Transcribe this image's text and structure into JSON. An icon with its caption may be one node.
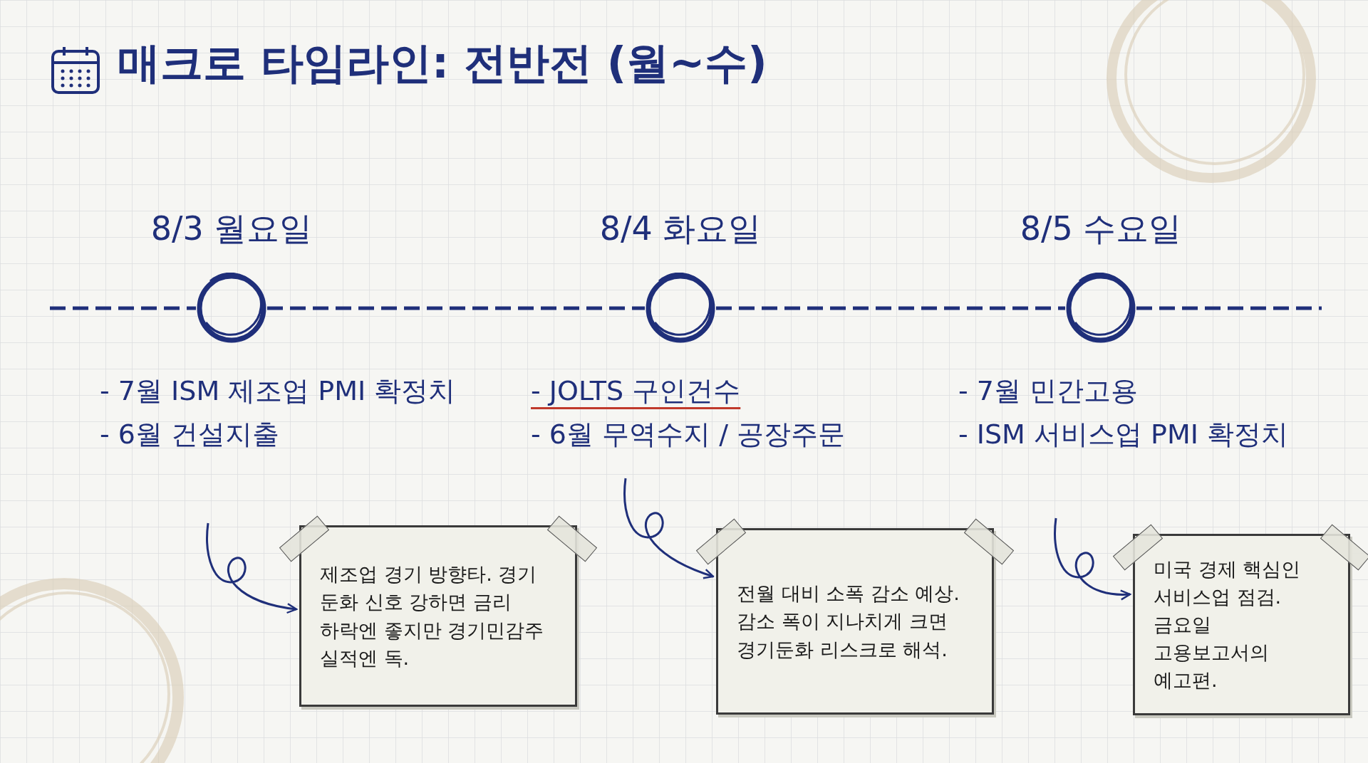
{
  "diagram": {
    "title": "매크로 타임라인: 전반전 (월~수)",
    "nodes": [
      {
        "text": [],
        "shape": "circle",
        "beside": [
          "8/3 월요일",
          "- 7월 ISM 제조업 PMI 확정치",
          "- 6월 건설지출"
        ]
      },
      {
        "text": [],
        "shape": "circle",
        "beside": [
          "8/4 화요일",
          "- JOLTS 구인건수",
          "- 6월 무역수지 / 공장주문"
        ]
      },
      {
        "text": [],
        "shape": "circle",
        "beside": [
          "8/5 수요일",
          "- 7월 민간고용",
          "- ISM 서비스업 PMI 확정치"
        ]
      },
      {
        "text": [
          "제조업 경기 방향타. 경기 둔화 신호 강하면 금리 하락엔 좋지만 경기민감주 실적엔 독."
        ]
      },
      {
        "text": [
          "전월 대비 소폭 감소 예상. 감소 폭이 지나치게 크면 경기둔화 리스크로 해석."
        ]
      },
      {
        "text": [
          "미국 경제 핵심인 서비스업 점검. 금요일 고용보고서의 예고편."
        ]
      }
    ],
    "edges": [
      {
        "from": 0,
        "to": 1,
        "arrow": "none",
        "style": "dashed"
      },
      {
        "from": 1,
        "to": 2,
        "arrow": "none",
        "style": "dashed"
      },
      {
        "from": null,
        "to": 3,
        "arrow": "to"
      },
      {
        "from": null,
        "to": 4,
        "arrow": "to"
      },
      {
        "from": null,
        "to": 5,
        "arrow": "to"
      }
    ]
  }
}
